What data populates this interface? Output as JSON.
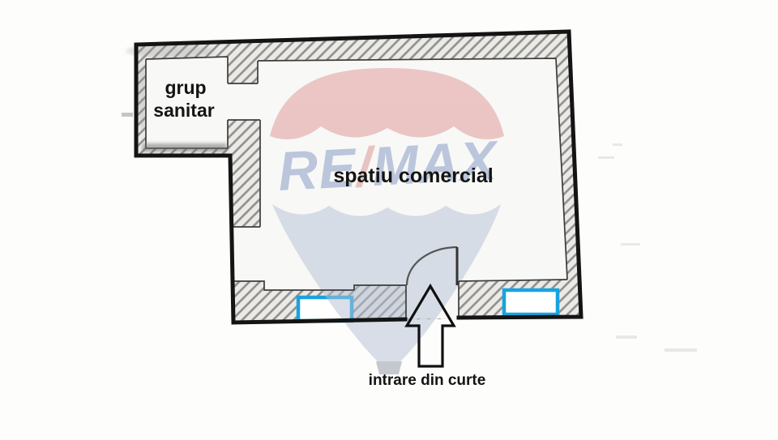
{
  "floorplan": {
    "type": "real-estate floor plan scan",
    "rooms": {
      "grup_sanitar": {
        "line1": "grup",
        "line2": "sanitar"
      },
      "spatiu_comercial": {
        "label": "spatiu comercial"
      }
    },
    "entrance": {
      "label": "intrare din curte"
    },
    "watermark": {
      "re": "RE",
      "slash": "/",
      "max": "MAX"
    },
    "features": {
      "windows_count": "2",
      "door": "door-swing-arc",
      "arrow": "up-arrow"
    },
    "colors": {
      "window_accent": "#18a3df",
      "outline_black": "#141414",
      "hatch_line": "#8f8f8c",
      "hatch_bg": "#eceae7",
      "watermark_red": "#dd9494",
      "watermark_letters": "#7f96c4",
      "watermark_slash": "#d88f8f",
      "watermark_bottom": "#b4bfd4",
      "watermark_basket": "#8e94a2"
    }
  }
}
